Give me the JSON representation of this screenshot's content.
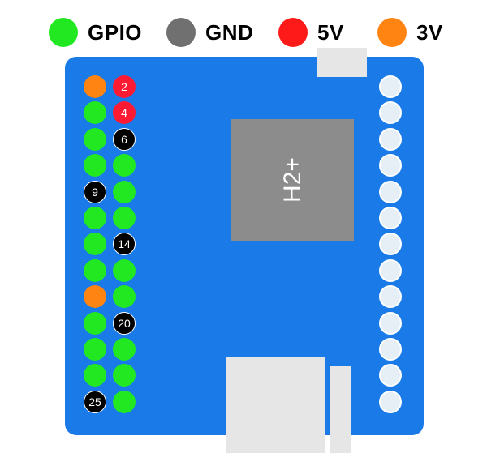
{
  "legend": [
    {
      "label": "GPIO",
      "color": "#22e822"
    },
    {
      "label": "GND",
      "color": "#707070"
    },
    {
      "label": "5V",
      "color": "#ff1a1a"
    },
    {
      "label": "3V",
      "color": "#ff8412"
    }
  ],
  "colors": {
    "board": "#1a7be8",
    "chip": "#8c8c8c",
    "gpio": "#22e822",
    "gnd": "#000000",
    "v5": "#ff1a33",
    "v3": "#ff8412",
    "connector": "#e6e6e6"
  },
  "chip": {
    "label": "H2+"
  },
  "header": {
    "pins": [
      {
        "number": 1,
        "type": "3V",
        "label": ""
      },
      {
        "number": 2,
        "type": "5V",
        "label": "2"
      },
      {
        "number": 3,
        "type": "GPIO",
        "label": ""
      },
      {
        "number": 4,
        "type": "5V",
        "label": "4"
      },
      {
        "number": 5,
        "type": "GPIO",
        "label": ""
      },
      {
        "number": 6,
        "type": "GND",
        "label": "6"
      },
      {
        "number": 7,
        "type": "GPIO",
        "label": ""
      },
      {
        "number": 8,
        "type": "GPIO",
        "label": ""
      },
      {
        "number": 9,
        "type": "GND",
        "label": "9"
      },
      {
        "number": 10,
        "type": "GPIO",
        "label": ""
      },
      {
        "number": 11,
        "type": "GPIO",
        "label": ""
      },
      {
        "number": 12,
        "type": "GPIO",
        "label": ""
      },
      {
        "number": 13,
        "type": "GPIO",
        "label": ""
      },
      {
        "number": 14,
        "type": "GND",
        "label": "14"
      },
      {
        "number": 15,
        "type": "GPIO",
        "label": ""
      },
      {
        "number": 16,
        "type": "GPIO",
        "label": ""
      },
      {
        "number": 17,
        "type": "3V",
        "label": ""
      },
      {
        "number": 18,
        "type": "GPIO",
        "label": ""
      },
      {
        "number": 19,
        "type": "GPIO",
        "label": ""
      },
      {
        "number": 20,
        "type": "GND",
        "label": "20"
      },
      {
        "number": 21,
        "type": "GPIO",
        "label": ""
      },
      {
        "number": 22,
        "type": "GPIO",
        "label": ""
      },
      {
        "number": 23,
        "type": "GPIO",
        "label": ""
      },
      {
        "number": 24,
        "type": "GPIO",
        "label": ""
      },
      {
        "number": 25,
        "type": "GND",
        "label": "25"
      },
      {
        "number": 26,
        "type": "GPIO",
        "label": ""
      }
    ]
  },
  "right_header": {
    "count": 13
  }
}
